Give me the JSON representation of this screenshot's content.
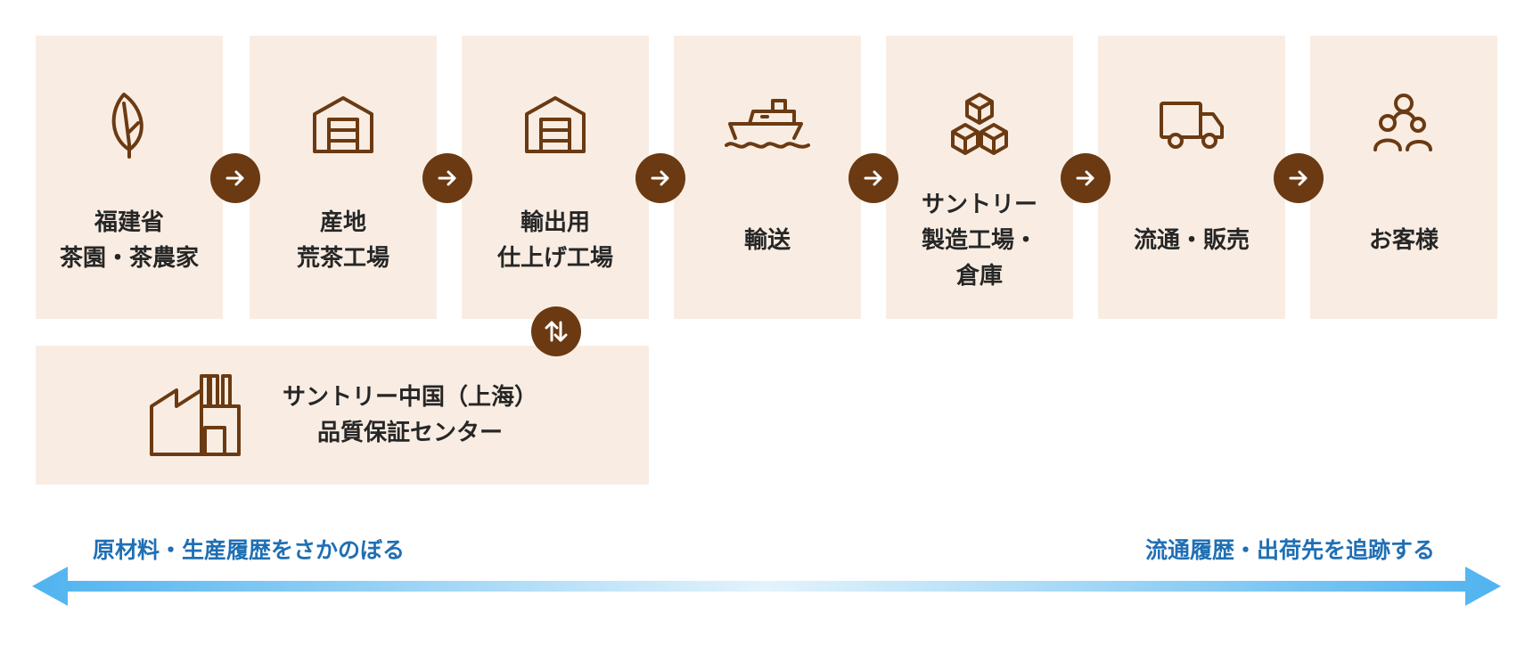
{
  "steps": [
    {
      "icon": "leaf-icon",
      "lines": [
        "福建省",
        "茶園・茶農家"
      ]
    },
    {
      "icon": "warehouse-icon",
      "lines": [
        "産地",
        "荒茶工場"
      ]
    },
    {
      "icon": "warehouse-icon",
      "lines": [
        "輸出用",
        "仕上げ工場"
      ]
    },
    {
      "icon": "ship-icon",
      "lines": [
        "輸送"
      ]
    },
    {
      "icon": "boxes-icon",
      "lines": [
        "サントリー",
        "製造工場・",
        "倉庫"
      ]
    },
    {
      "icon": "truck-icon",
      "lines": [
        "流通・販売"
      ]
    },
    {
      "icon": "people-icon",
      "lines": [
        "お客様"
      ]
    }
  ],
  "quality_center": {
    "icon": "factory-icon",
    "lines": [
      "サントリー中国（上海）",
      "品質保証センター"
    ]
  },
  "trace": {
    "left_label": "原材料・生産履歴をさかのぼる",
    "right_label": "流通履歴・出荷先を追跡する"
  },
  "colors": {
    "card_bg": "#f9ede3",
    "accent_brown": "#6b3a12",
    "trace_blue": "#56b7ef",
    "trace_text": "#1f6fb4"
  }
}
